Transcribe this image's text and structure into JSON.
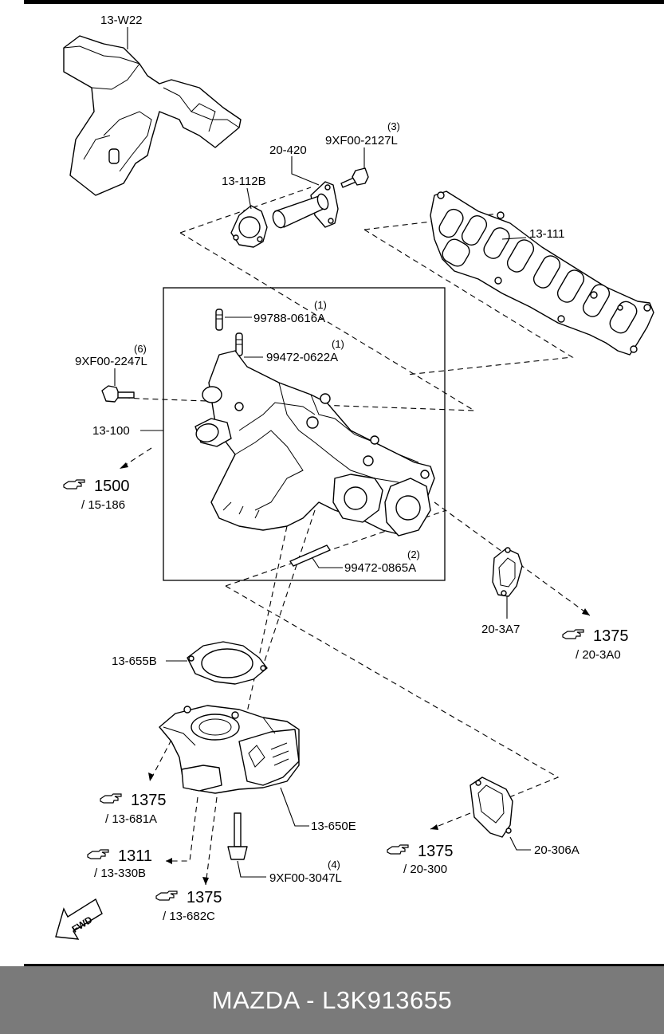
{
  "labels": {
    "heat_shield": "13-W22",
    "water_pipe": "20-420",
    "bolt_3": "9XF00-2127L",
    "bolt_3_qty": "(3)",
    "gasket_112b": "13-112B",
    "gasket_111": "13-111",
    "stud_1a": "99788-0616A",
    "stud_1a_qty": "(1)",
    "stud_1b": "99472-0622A",
    "stud_1b_qty": "(1)",
    "bolt_6": "9XF00-2247L",
    "bolt_6_qty": "(6)",
    "manifold": "13-100",
    "stud_2": "99472-0865A",
    "stud_2_qty": "(2)",
    "gasket_3a7": "20-3A7",
    "gasket_655b": "13-655B",
    "throttle_body": "13-650E",
    "bolt_4": "9XF00-3047L",
    "bolt_4_qty": "(4)",
    "gasket_306a": "20-306A",
    "fwd": "FWD"
  },
  "refs": [
    {
      "num": "1500",
      "sub": "/ 15-186"
    },
    {
      "num": "1375",
      "sub": "/ 20-3A0"
    },
    {
      "num": "1375",
      "sub": "/ 13-681A"
    },
    {
      "num": "1311",
      "sub": "/ 13-330B"
    },
    {
      "num": "1375",
      "sub": "/ 20-300"
    },
    {
      "num": "1375",
      "sub": "/ 13-682C"
    }
  ],
  "footer": "MAZDA - L3K913655"
}
